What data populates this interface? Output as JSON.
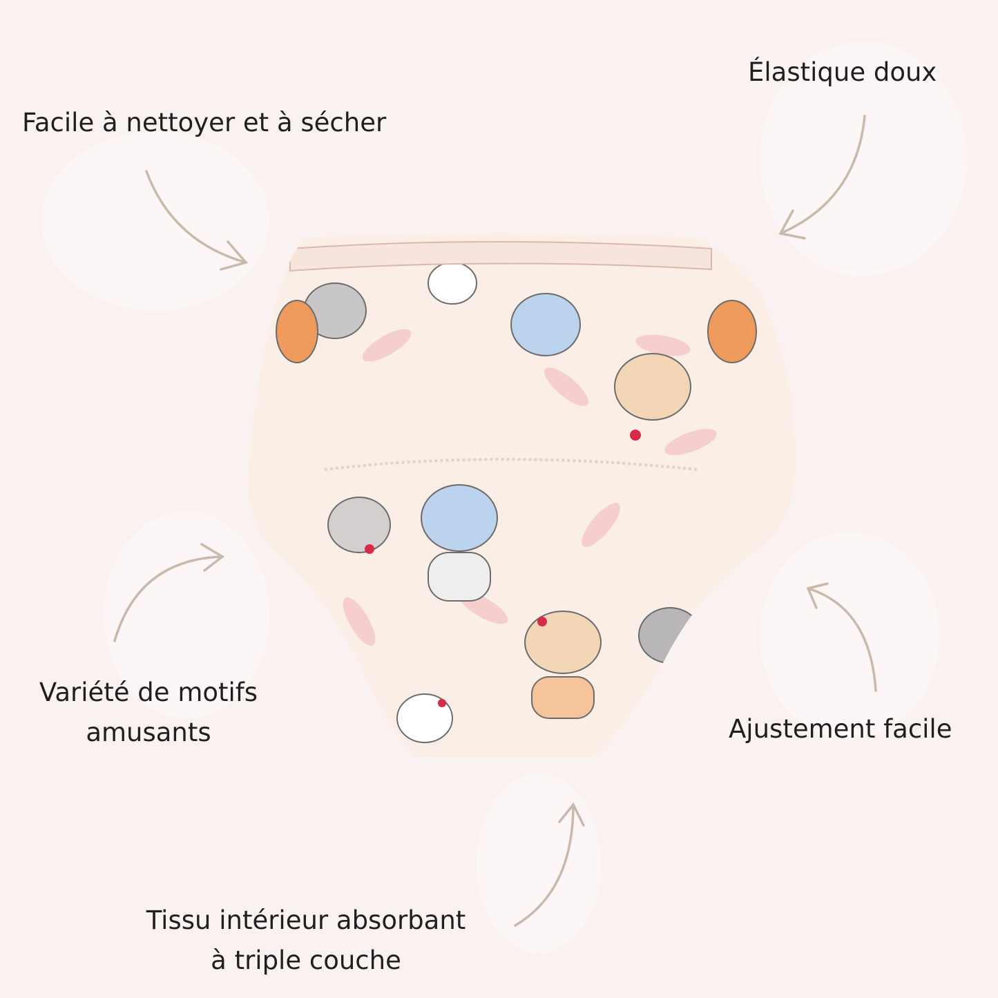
{
  "features": {
    "easy_clean": "Facile à nettoyer et à sécher",
    "soft_elastic": "Élastique doux",
    "patterns_line1": "Variété de motifs",
    "patterns_line2": "amusants",
    "easy_fit": "Ajustement facile",
    "absorbent_line1": "Tissu intérieur absorbant",
    "absorbent_line2": "à triple couche"
  },
  "colors": {
    "background": "#faf2f0",
    "arrow": "#c9b9aa",
    "text": "#1f1f1f"
  }
}
